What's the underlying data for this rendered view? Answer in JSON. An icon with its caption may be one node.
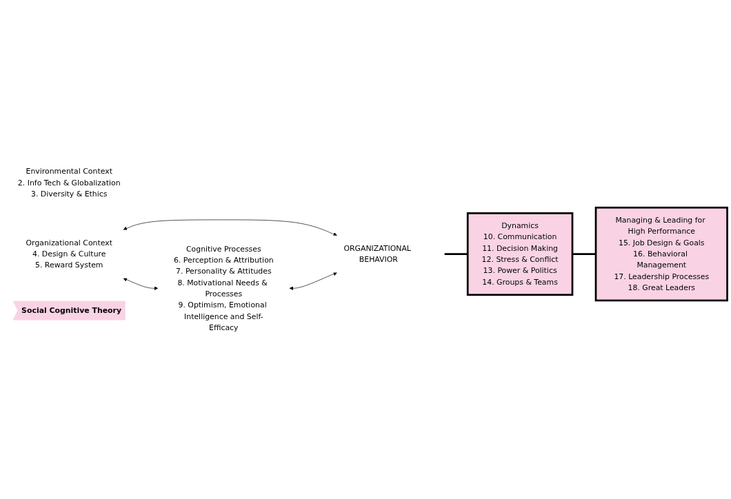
{
  "diagram": {
    "nodes": [
      {
        "text": [
          "Environmental Context",
          "2. Info Tech & Globalization",
          "3. Diversity & Ethics"
        ]
      },
      {
        "text": [
          "Organizational Context",
          "4. Design & Culture",
          "5. Reward System"
        ]
      },
      {
        "text": [
          "Social Cognitive Theory"
        ]
      },
      {
        "text": [
          "ORGANIZATIONAL BEHAVIOR"
        ]
      },
      {
        "text": [
          "Dynamics",
          "10. Communication",
          "11. Decision Making",
          "12. Stress & Conflict",
          "13. Power & Politics",
          "14. Groups & Teams"
        ]
      },
      {
        "text": [
          "Managing & Leading for High Performance",
          "15. Job Design & Goals",
          "16. Behavioral Management",
          "17. Leadership Processes",
          "18. Great Leaders"
        ]
      },
      {
        "text": [
          "Cognitive Processes",
          "6. Perception & Attribution",
          "7. Personality & Attitudes",
          "8. Motivational Needs & Processes",
          "9. Optimism, Emotional Intelligence and Self-Efficacy"
        ]
      }
    ],
    "edges": [
      {
        "from": 1,
        "to": 3,
        "arrow": "both"
      },
      {
        "from": 1,
        "to": 6,
        "arrow": "both"
      },
      {
        "from": 6,
        "to": 3,
        "arrow": "both"
      },
      {
        "from": 3,
        "to": 4,
        "arrow": "none",
        "style": "thick"
      },
      {
        "from": 4,
        "to": 5,
        "arrow": "none",
        "style": "thick"
      }
    ]
  }
}
